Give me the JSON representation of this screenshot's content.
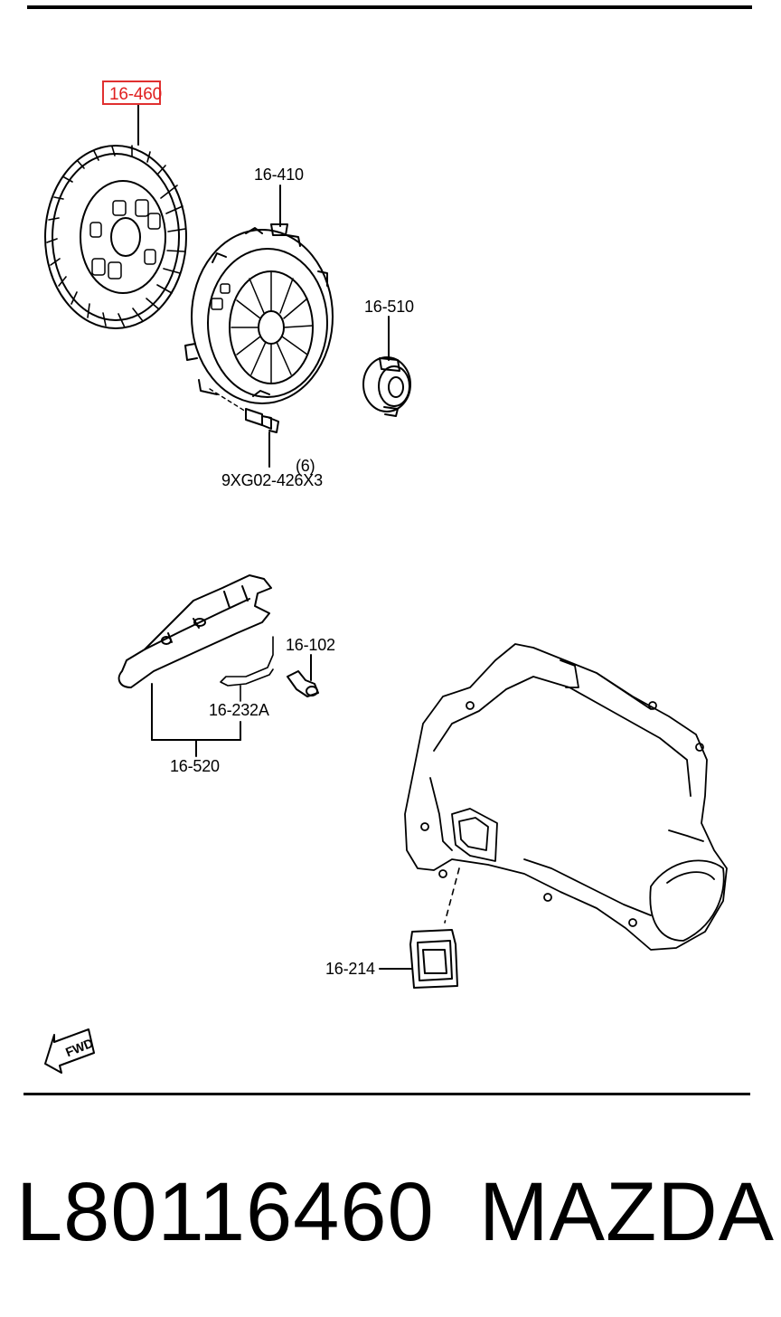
{
  "labels": {
    "clutch_disc": "16-460",
    "clutch_cover": "16-410",
    "release_bearing": "16-510",
    "bolt_qty": "(6)",
    "bolt": "9XG02-426X3",
    "fitting": "16-102",
    "spring_clip": "16-232A",
    "release_fork": "16-520",
    "boot": "16-214",
    "fwd": "FWD"
  },
  "footer": {
    "part_number": "L80116460",
    "brand": "MAZDA"
  },
  "colors": {
    "highlight": "#e02020",
    "line": "#000000",
    "background": "#ffffff"
  }
}
